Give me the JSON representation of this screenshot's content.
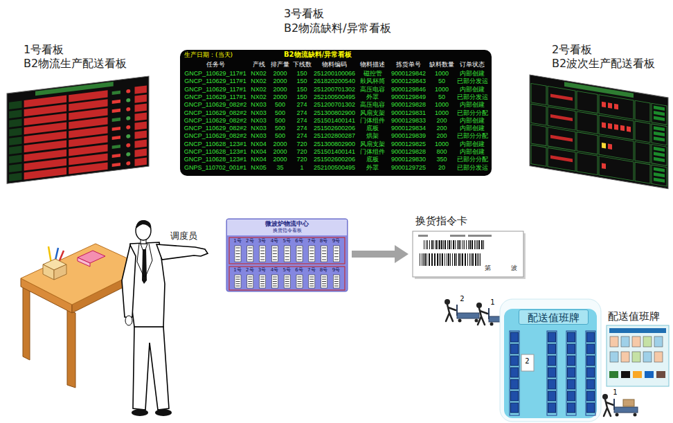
{
  "diagram": {
    "nodes": [
      {
        "text": [
          "1号看板",
          "B2物流生产配送看板"
        ]
      },
      {
        "text": [
          "3号看板",
          "B2物流缺料/异常看板",
          "生产日期：(当天)",
          "B2物流缺料/异常看板"
        ]
      },
      {
        "text": [
          "2号看板",
          "B2波次生产配送看板"
        ]
      },
      {
        "text": [
          "微波炉物流中心",
          "换货指令看板"
        ]
      },
      {
        "text": [
          "换货指令卡"
        ]
      },
      {
        "text": [
          "配送值班牌"
        ]
      },
      {
        "text": [
          "配送值班牌"
        ]
      }
    ],
    "edges": [
      {
        "from": 3,
        "to": 4,
        "arrow": "to"
      }
    ],
    "labels": [
      "调度员",
      "1号",
      "2号",
      "3号",
      "4号",
      "5号",
      "6号",
      "7号",
      "8号",
      "9号",
      "1号",
      "2号",
      "3号",
      "4号",
      "5号",
      "6号",
      "7号",
      "8号",
      "9号",
      "任务号",
      "产线",
      "排产量",
      "下线数",
      "物料编码",
      "物料描述",
      "拣货单号",
      "缺料数量",
      "订单状态",
      "GNCP_110629_117#1",
      "NX02",
      "2000",
      "150",
      "251200100066",
      "磁控管",
      "9000129842",
      "1000",
      "内部创建",
      "GNCP_110629_117#1",
      "NX02",
      "2000",
      "150",
      "261820200540",
      "鼓风杯筒",
      "9000129843",
      "50",
      "已部分发运",
      "GNCP_110629_117#1",
      "NX02",
      "2000",
      "150",
      "251200701302",
      "高压电容",
      "9000129846",
      "1000",
      "内部创建",
      "GNCP_110629_117#1",
      "NX02",
      "2000",
      "150",
      "252100500495",
      "外罩",
      "9000129849",
      "50",
      "已部分发运",
      "GNCP_110629_082#2",
      "NX03",
      "500",
      "274",
      "251200701302",
      "高压电容",
      "9000129828",
      "1000",
      "内部创建",
      "GNCP_110629_082#2",
      "NX03",
      "500",
      "274",
      "251300802900",
      "风扇支架",
      "9000129831",
      "1000",
      "已部分分配",
      "GNCP_110629_082#2",
      "NX03",
      "500",
      "274",
      "251501400141",
      "门体组件",
      "9000129833",
      "200",
      "内部创建",
      "GNCP_110629_082#2",
      "NX03",
      "500",
      "274",
      "251502600206",
      "底板",
      "9000129834",
      "200",
      "内部创建",
      "GNCP_110629_082#2",
      "NX03",
      "500",
      "274",
      "251202800287",
      "烘架",
      "9000129839",
      "200",
      "已部分分配",
      "GNCP_110628_123#1",
      "NX04",
      "2000",
      "720",
      "251300802900",
      "风扇支架",
      "9000129825",
      "1000",
      "内部创建",
      "GNCP_110628_123#1",
      "NX04",
      "2000",
      "720",
      "251501400141",
      "门体组件",
      "9000129828",
      "800",
      "内部创建",
      "GNCP_110628_123#1",
      "NX04",
      "2000",
      "720",
      "251502600206",
      "底板",
      "9000129830",
      "350",
      "已部分分配",
      "GNPS_110702_001#1",
      "NX05",
      "35",
      "1",
      "252100500495",
      "外罩",
      "9000129725",
      "20",
      "已部分发运",
      "第",
      "波",
      "2",
      "1",
      "2",
      "1"
    ]
  }
}
